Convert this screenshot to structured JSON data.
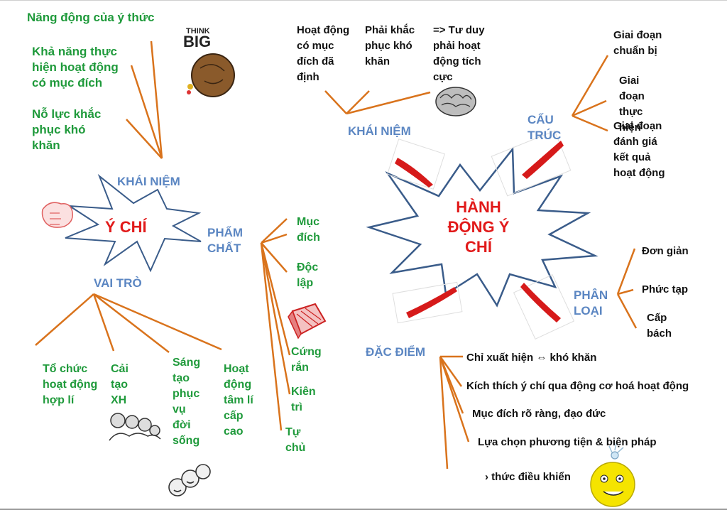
{
  "left_map": {
    "center": "Ý CHÍ",
    "branch_concept": "KHÁI NIỆM",
    "branch_quality": "PHẨM\nCHẤT",
    "branch_role": "VAI TRÒ",
    "concept_items": [
      "Năng động của ý thức",
      "Khả năng thực\nhiện hoạt động\ncó mục đích",
      "Nỗ lực khắc\nphục khó\nkhăn"
    ],
    "quality_items": [
      "Mục\nđích",
      "Độc\nlập",
      "Cứng\nrắn",
      "Kiên\ntrì",
      "Tự\nchủ"
    ],
    "role_items": [
      "Tổ chức\nhoạt động\nhợp lí",
      "Cải\ntạo\nXH",
      "Sáng\ntạo\nphục\nvụ\nđời\n sống",
      "Hoạt\nđộng\ntâm lí\ncấp\ncao"
    ],
    "think_big": {
      "line1": "THINK",
      "line2": "BIG"
    }
  },
  "right_map": {
    "center": "HÀNH\nĐỘNG  Ý\nCHÍ",
    "branch_concept": "KHÁI NIỆM",
    "branch_structure": "CẤU\nTRÚC",
    "branch_type": "PHÂN\nLOẠI",
    "branch_features": "ĐẶC ĐIỂM",
    "concept_items": [
      "Hoạt động\ncó mục\nđích đã\nđịnh",
      "Phải khắc\nphục khó\nkhăn",
      "=> Tư duy\nphải hoạt\nđộng tích\ncực"
    ],
    "structure_items": [
      "Giai đoạn\nchuẩn bị",
      "Giai\nđoạn\nthực\nhiện",
      "Giai đoạn\nđánh giá\nkết quả\nhoạt động"
    ],
    "type_items": [
      "Đơn giản",
      "Phức tạp",
      "Cấp\nbách"
    ],
    "feature_items": [
      "Chỉ xuất hiện ⇔ khó khăn",
      "Kích thích ý chí qua động cơ hoá hoạt động",
      "Mục đích rõ ràng, đạo đức",
      "Lựa chọn phương tiện & biện pháp",
      "› thức điều khiển"
    ]
  },
  "colors": {
    "green_text": "#1f9a3b",
    "blue_text": "#5b86c2",
    "red_text": "#e11a1a",
    "orange_lines": "#d9731c",
    "star_outline": "#3a5c8a"
  }
}
